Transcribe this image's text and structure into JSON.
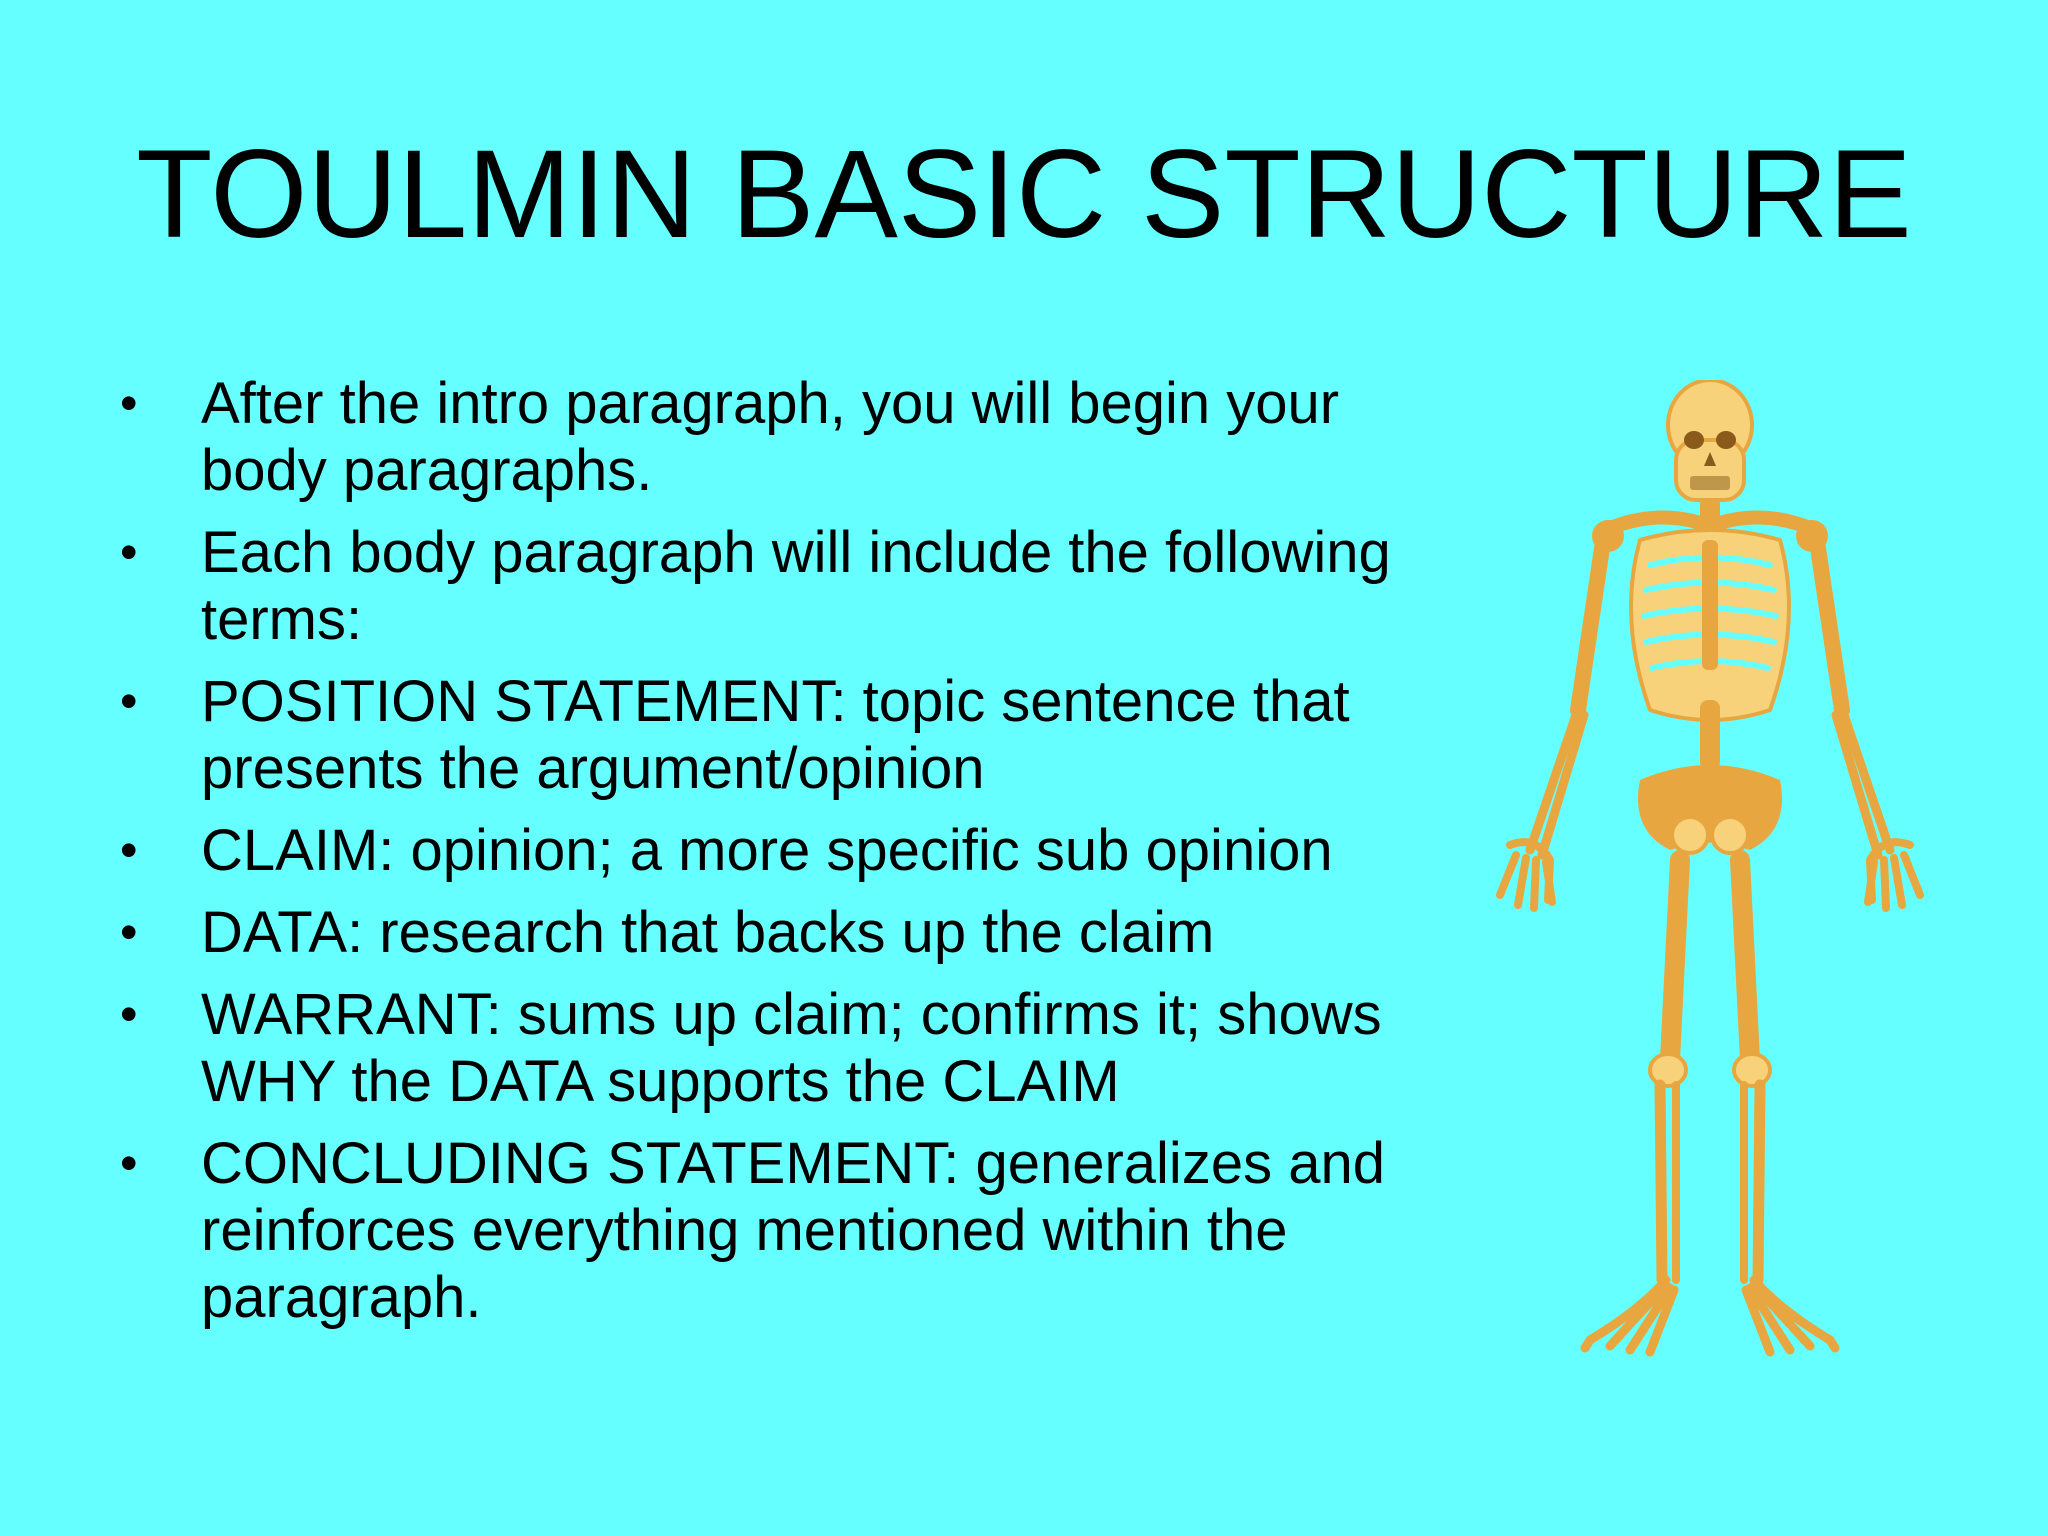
{
  "slide": {
    "background_color": "#66FFFF",
    "title": "TOULMIN BASIC STRUCTURE",
    "bullet_symbol": "•",
    "bullets": [
      "After the intro paragraph, you will begin your body paragraphs.",
      "Each body paragraph will include the following terms:",
      "POSITION STATEMENT: topic sentence that presents the argument/opinion",
      "CLAIM: opinion; a more specific sub opinion",
      "DATA: research that backs up the claim",
      "WARRANT: sums up claim; confirms it; shows WHY the DATA supports the CLAIM",
      "CONCLUDING STATEMENT: generalizes and reinforces everything mentioned within the paragraph."
    ],
    "image": {
      "icon": "skeleton-icon",
      "bone_color": "#E8A640",
      "bone_highlight": "#F7D27A"
    }
  }
}
